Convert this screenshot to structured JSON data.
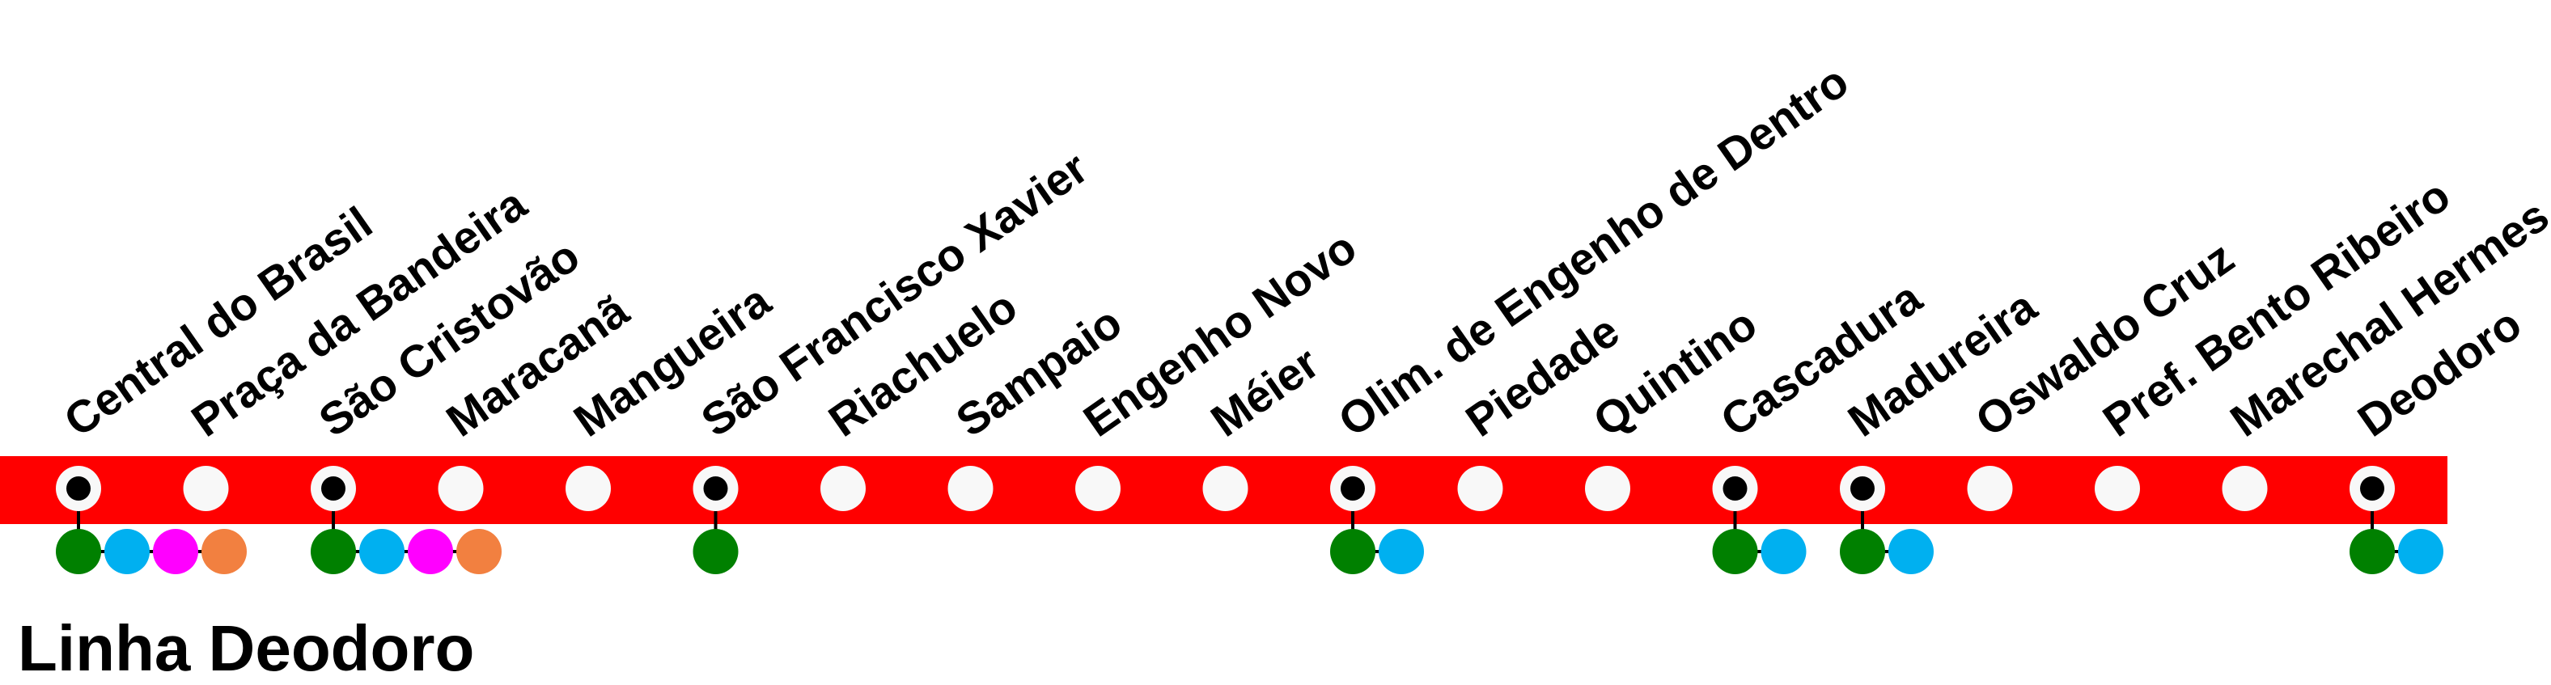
{
  "line": {
    "title": "Linha Deodoro",
    "color": "#ff0000"
  },
  "colors": {
    "station_fill": "#f8f8f8",
    "transfer_dot": "#000000",
    "connection_stem": "#000000"
  },
  "connection_colors": {
    "green": "#008000",
    "blue": "#00b0f0",
    "magenta": "#ff00ff",
    "orange": "#f28040"
  },
  "stations": [
    {
      "name": "Central do Brasil",
      "transfer": true,
      "connections": [
        "green",
        "blue",
        "magenta",
        "orange"
      ]
    },
    {
      "name": "Praça da Bandeira",
      "transfer": false,
      "connections": []
    },
    {
      "name": "São Cristovão",
      "transfer": true,
      "connections": [
        "green",
        "blue",
        "magenta",
        "orange"
      ]
    },
    {
      "name": "Maracanã",
      "transfer": false,
      "connections": []
    },
    {
      "name": "Mangueira",
      "transfer": false,
      "connections": []
    },
    {
      "name": "São Francisco Xavier",
      "transfer": true,
      "connections": [
        "green"
      ]
    },
    {
      "name": "Riachuelo",
      "transfer": false,
      "connections": []
    },
    {
      "name": "Sampaio",
      "transfer": false,
      "connections": []
    },
    {
      "name": "Engenho Novo",
      "transfer": false,
      "connections": []
    },
    {
      "name": "Méier",
      "transfer": false,
      "connections": []
    },
    {
      "name": "Olim. de Engenho de Dentro",
      "transfer": true,
      "connections": [
        "green",
        "blue"
      ]
    },
    {
      "name": "Piedade",
      "transfer": false,
      "connections": []
    },
    {
      "name": "Quintino",
      "transfer": false,
      "connections": []
    },
    {
      "name": "Cascadura",
      "transfer": true,
      "connections": [
        "green",
        "blue"
      ]
    },
    {
      "name": "Madureira",
      "transfer": true,
      "connections": [
        "green",
        "blue"
      ]
    },
    {
      "name": "Oswaldo Cruz",
      "transfer": false,
      "connections": []
    },
    {
      "name": "Pref. Bento Ribeiro",
      "transfer": false,
      "connections": []
    },
    {
      "name": "Marechal Hermes",
      "transfer": false,
      "connections": []
    },
    {
      "name": "Deodoro",
      "transfer": true,
      "connections": [
        "green",
        "blue"
      ]
    }
  ]
}
